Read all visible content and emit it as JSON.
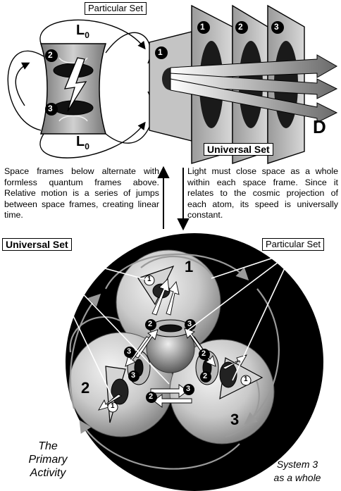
{
  "top": {
    "particular_set": "Particular Set",
    "universal_set": "Universal Set",
    "l0_top": "L",
    "l0_top_sub": "0",
    "l0_bottom": "L",
    "l0_bottom_sub": "0",
    "d_label": "D",
    "frame_numbers": [
      "1",
      "2",
      "3"
    ],
    "cell_number_1": "1",
    "cell_number_2": "2",
    "cell_number_3": "3"
  },
  "middle": {
    "left_text": "Space frames below alternate with formless quantum frames above. Relative motion is a series of jumps between space frames, creating linear time.",
    "right_text": "Light must close space as a whole within each space frame. Since it relates to the cosmic projection of each atom, its speed is universally constant."
  },
  "bottom": {
    "universal_set": "Universal Set",
    "particular_set": "Particular Set",
    "sphere_labels": [
      "1",
      "2",
      "3"
    ],
    "caption_left": [
      "The",
      "Primary",
      "Activity"
    ],
    "caption_right": [
      "System 3",
      "as a whole"
    ]
  }
}
